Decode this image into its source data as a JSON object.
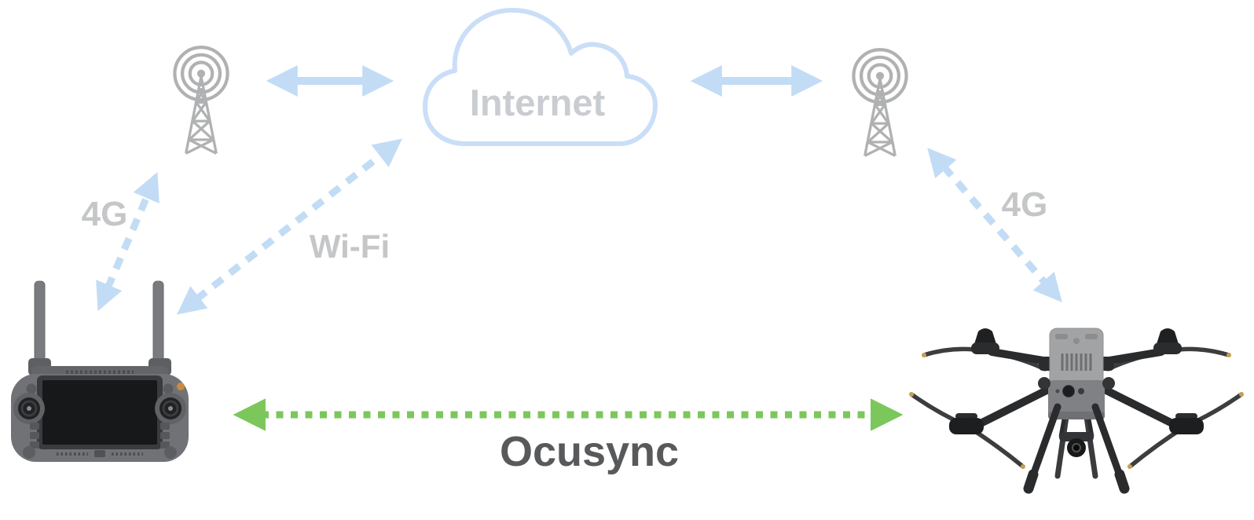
{
  "diagram_type": "network-topology",
  "colors": {
    "background": "#ffffff",
    "link_blue": "#c3dcf5",
    "cloud_outline": "#cadef8",
    "tower_gray": "#b0b1b2",
    "radio_label_gray": "#c5c6c8",
    "internet_label_gray": "#c9ccd1",
    "ocusync_label_color": "#58595b",
    "ocusync_green": "#7cc75c"
  },
  "cloud": {
    "label": "Internet"
  },
  "labels": {
    "left_4g": "4G",
    "wifi": "Wi-Fi",
    "right_4g": "4G",
    "ocusync": "Ocusync"
  },
  "nodes": [
    {
      "id": "remote-controller",
      "kind": "dji-remote-controller"
    },
    {
      "id": "cell-tower-left",
      "kind": "cell-tower"
    },
    {
      "id": "internet-cloud",
      "kind": "cloud",
      "label": "Internet"
    },
    {
      "id": "cell-tower-right",
      "kind": "cell-tower"
    },
    {
      "id": "drone",
      "kind": "dji-quadcopter-drone"
    }
  ],
  "links": [
    {
      "from": "cell-tower-left",
      "to": "internet-cloud",
      "style": "solid",
      "bidirectional": true,
      "label": ""
    },
    {
      "from": "internet-cloud",
      "to": "cell-tower-right",
      "style": "solid",
      "bidirectional": true,
      "label": ""
    },
    {
      "from": "remote-controller",
      "to": "cell-tower-left",
      "style": "dashed",
      "bidirectional": true,
      "label": "4G"
    },
    {
      "from": "remote-controller",
      "to": "internet-cloud",
      "style": "dashed",
      "bidirectional": true,
      "label": "Wi-Fi"
    },
    {
      "from": "cell-tower-right",
      "to": "drone",
      "style": "dashed",
      "bidirectional": true,
      "label": "4G"
    },
    {
      "from": "remote-controller",
      "to": "drone",
      "style": "dotted",
      "bidirectional": true,
      "label": "Ocusync"
    }
  ]
}
